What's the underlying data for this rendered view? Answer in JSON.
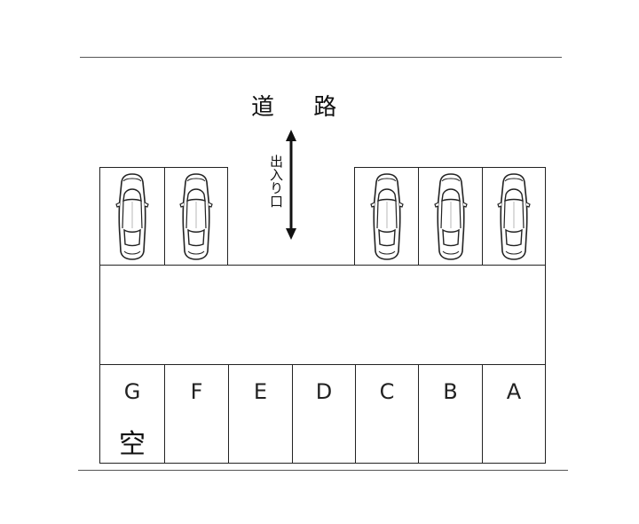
{
  "road_label": "道 路",
  "entrance_label": "出入り口",
  "occupied_spaces": [
    {
      "car_icon": "car-top-view-icon"
    },
    {
      "car_icon": "car-top-view-icon"
    },
    {
      "car_icon": "car-top-view-icon"
    },
    {
      "car_icon": "car-top-view-icon"
    },
    {
      "car_icon": "car-top-view-icon"
    }
  ],
  "slots": [
    {
      "letter": "G",
      "status": "空"
    },
    {
      "letter": "F",
      "status": ""
    },
    {
      "letter": "E",
      "status": ""
    },
    {
      "letter": "D",
      "status": ""
    },
    {
      "letter": "C",
      "status": ""
    },
    {
      "letter": "B",
      "status": ""
    },
    {
      "letter": "A",
      "status": ""
    }
  ]
}
